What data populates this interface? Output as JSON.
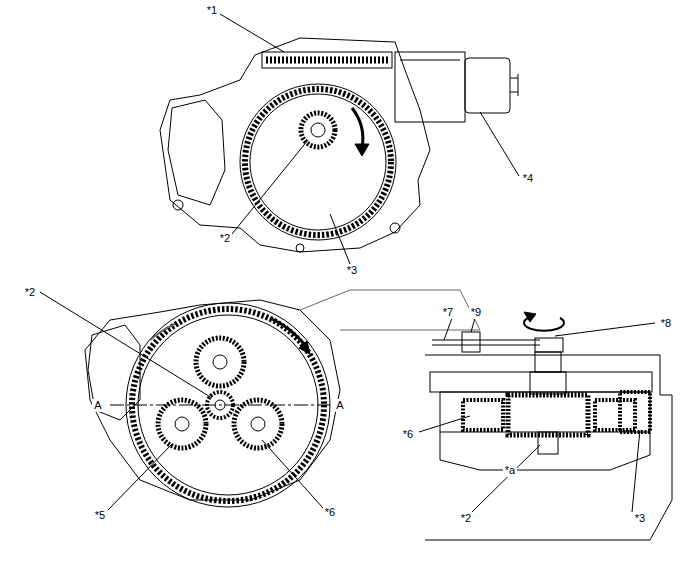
{
  "diagram": {
    "labels": [
      "*1",
      "*2",
      "*3",
      "*4",
      "*2",
      "A",
      "A",
      "*5",
      "*6",
      "*7",
      "*9",
      "*8",
      "*6",
      "*2",
      "*a",
      "*3"
    ]
  }
}
